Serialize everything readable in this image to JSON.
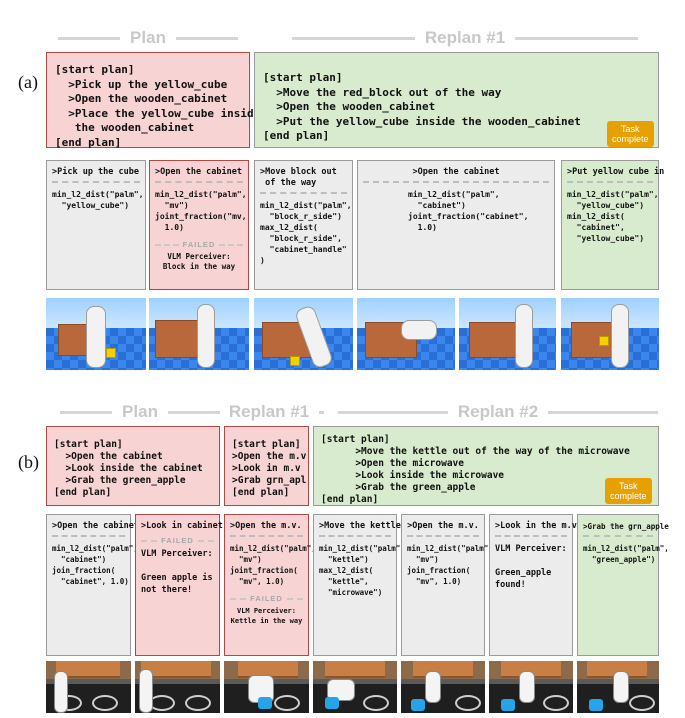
{
  "part_a": {
    "label": "(a)",
    "headers": {
      "plan": "Plan",
      "replan1": "Replan #1"
    },
    "plan_text": "[start plan]\n  >Pick up the yellow_cube\n  >Open the wooden_cabinet\n  >Place the yellow_cube inside\n   the wooden_cabinet\n[end plan]",
    "replan_text": "[start plan]\n  >Move the red_block out of the way\n  >Open the wooden_cabinet\n  >Put the yellow_cube inside the wooden_cabinet\n[end plan]",
    "task_complete": "Task\ncomplete",
    "steps": [
      {
        "title": ">Pick up the cube",
        "code": "min_l2_dist(\"palm\",\n  \"yellow_cube\")"
      },
      {
        "title": ">Open the cabinet",
        "code": "min_l2_dist(\"palm\",\n  \"mv\")\njoint_fraction(\"mv,\n  1.0)",
        "failed": "FAILED",
        "note": "VLM Perceiver:\nBlock in the way"
      },
      {
        "title": ">Move block out\n of the way",
        "code": "min_l2_dist(\"palm\",\n  \"block_r_side\")\nmax_l2_dist(\n  \"block_r_side\",\n  \"cabinet_handle\"\n)"
      },
      {
        "title": ">Open the cabinet",
        "code": "min_l2_dist(\"palm\",\n  \"cabinet\")\njoint_fraction(\"cabinet\",\n  1.0)"
      },
      {
        "title": ">Put yellow cube in",
        "code": "min_l2_dist(\"palm\",\n  \"yellow_cube\")\nmin_l2_dist(\n  \"cabinet\",\n  \"yellow_cube\")"
      }
    ]
  },
  "part_b": {
    "label": "(b)",
    "headers": {
      "plan": "Plan",
      "replan1": "Replan #1",
      "replan2": "Replan #2"
    },
    "plan_text": "[start plan]\n  >Open the cabinet\n  >Look inside the cabinet\n  >Grab the green_apple\n[end plan]",
    "replan1_text": "[start plan]\n>Open the m.v\n>Look in m.v\n>Grab grn_apl\n[end plan]",
    "replan2_text": "[start plan]\n      >Move the kettle out of the way of the microwave\n      >Open the microwave\n      >Look inside the microwave\n      >Grab the green_apple\n[end plan]",
    "task_complete": "Task\ncomplete",
    "steps": [
      {
        "title": ">Open the cabinet",
        "code": "min_l2_dist(\"palm\",\n  \"cabinet\")\njoin_fraction(\n  \"cabinet\", 1.0)"
      },
      {
        "title": ">Look in cabinet",
        "failed": "FAILED",
        "text": "VLM Perceiver:\n\nGreen apple is\nnot there!"
      },
      {
        "title": ">Open the m.v.",
        "code": "min_l2_dist(\"palm\",\n  \"mv\")\njoint_fraction(\n  \"mv\", 1.0)",
        "failed": "FAILED",
        "note": "VLM Perceiver:\nKettle in the way"
      },
      {
        "title": ">Move the kettle",
        "code": "min_l2_dist(\"palm\",\n  \"kettle\")\nmax_l2_dist(\n  \"kettle\",\n  \"microwave\")"
      },
      {
        "title": ">Open the m.v.",
        "code": "min_l2_dist(\"palm\",\n  \"mv\")\njoin_fraction(\n  \"mv\", 1.0)"
      },
      {
        "title": ">Look in the m.v.",
        "text": "VLM Perceiver:\n\nGreen_apple\nfound!"
      },
      {
        "title": ">Grab the grn_apple",
        "code": "min_l2_dist(\"palm\",\n  \"green_apple\")"
      }
    ]
  },
  "colors": {
    "plan_fill": "#f7d3d3",
    "replan_fill": "#d8ebcf",
    "step_fill": "#ececec",
    "badge": "#e6a100"
  }
}
